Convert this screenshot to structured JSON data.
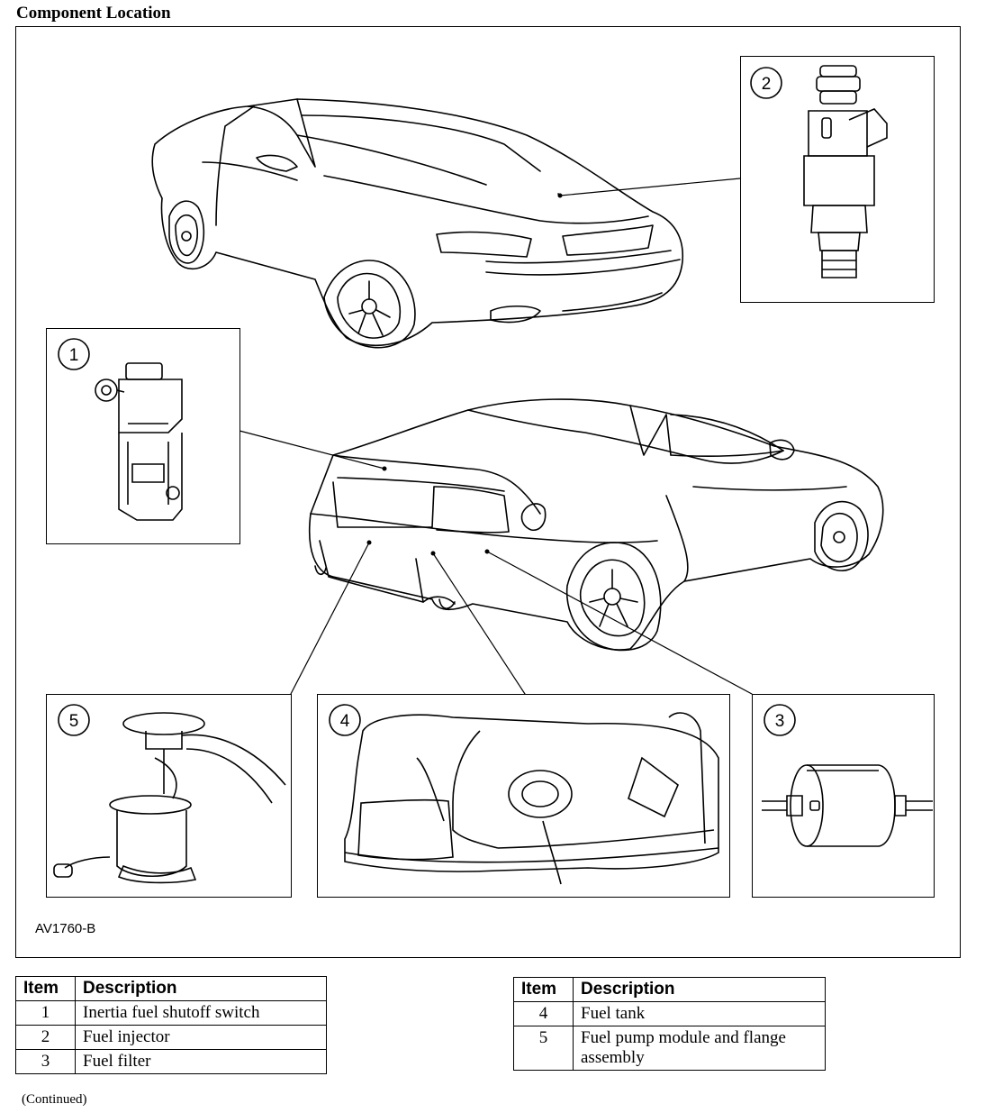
{
  "page_title": "Component Location",
  "figure_id": "AV1760-B",
  "continued_label": "(Continued)",
  "callouts": [
    "1",
    "2",
    "3",
    "4",
    "5"
  ],
  "legend_left": {
    "headers": [
      "Item",
      "Description"
    ],
    "rows": [
      {
        "item": "1",
        "description": "Inertia fuel shutoff switch"
      },
      {
        "item": "2",
        "description": "Fuel injector"
      },
      {
        "item": "3",
        "description": "Fuel filter"
      }
    ]
  },
  "legend_right": {
    "headers": [
      "Item",
      "Description"
    ],
    "rows": [
      {
        "item": "4",
        "description": "Fuel tank"
      },
      {
        "item": "5",
        "description": "Fuel pump module and flange assembly"
      }
    ]
  }
}
